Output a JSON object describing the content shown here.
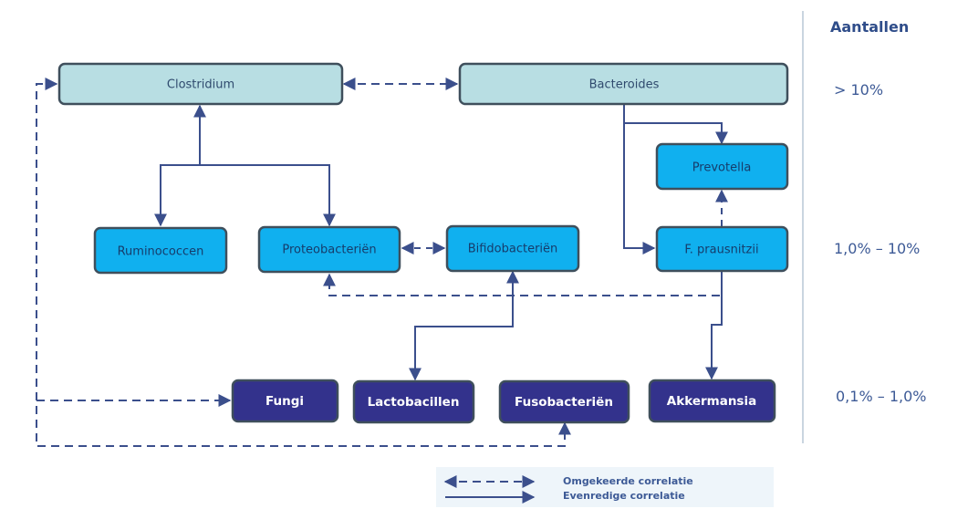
{
  "header": {
    "title": "Aantallen"
  },
  "levels": {
    "high": "> 10%",
    "mid": "1,0% – 10%",
    "low": "0,1% – 1,0%"
  },
  "nodes": {
    "clostridium": "Clostridium",
    "bacteroides": "Bacteroides",
    "prevotella": "Prevotella",
    "ruminococcen": "Ruminococcen",
    "proteobacterien": "Proteobacteriën",
    "bifidobacterien": "Bifidobacteriën",
    "fprausnitzii": "F. prausnitzii",
    "fungi": "Fungi",
    "lactobacillen": "Lactobacillen",
    "fusobacterien": "Fusobacteriën",
    "akkermansia": "Akkermansia"
  },
  "legend": {
    "inverse": "Omgekeerde correlatie",
    "proportional": "Evenredige correlatie"
  },
  "colors": {
    "light_fill": "#b8dee3",
    "mid_fill": "#10b0ef",
    "dark_fill": "#33328c",
    "node_border": "#3f4f5c",
    "line": "#3b4f8c"
  }
}
